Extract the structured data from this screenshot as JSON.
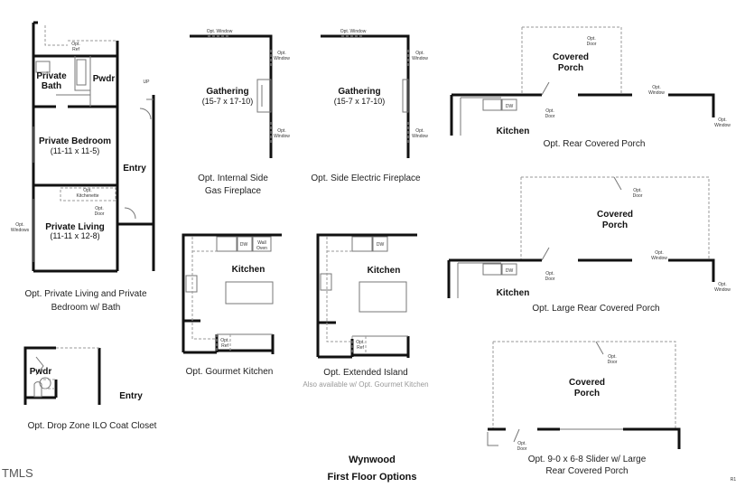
{
  "private_suite": {
    "labels": {
      "bath_1": "Private",
      "bath_2": "Bath",
      "pwdr": "Pwdr",
      "bedroom": "Private Bedroom",
      "bedroom_dim": "(11-11 x 11-5)",
      "entry": "Entry",
      "living": "Private Living",
      "living_dim": "(11-11 x 12-8)",
      "kitchenette_1": "Opt.",
      "kitchenette_2": "Kitchenette",
      "door_1": "Opt.",
      "door_2": "Door",
      "windows_1": "Opt.",
      "windows_2": "Windows",
      "ref_1": "Opt.",
      "ref_2": "Ref",
      "up": "UP"
    },
    "caption_1": "Opt. Private Living and Private",
    "caption_2": "Bedroom w/ Bath"
  },
  "gas_fireplace": {
    "room": "Gathering",
    "dim": "(15-7 x 17-10)",
    "win_top": "Opt. Window",
    "win_1": "Opt.",
    "win_2": "Window",
    "caption_1": "Opt. Internal Side",
    "caption_2": "Gas Fireplace"
  },
  "electric_fireplace": {
    "room": "Gathering",
    "dim": "(15-7 x 17-10)",
    "win_top": "Opt. Window",
    "win_1": "Opt.",
    "win_2": "Window",
    "caption": "Opt.  Side Electric Fireplace"
  },
  "gourmet_kitchen": {
    "room": "Kitchen",
    "dw": "DW",
    "oven_1": "Wall",
    "oven_2": "Oven",
    "ref_1": "Opt.",
    "ref_2": "Ref",
    "caption": "Opt. Gourmet Kitchen"
  },
  "extended_island": {
    "room": "Kitchen",
    "dw": "DW",
    "ref_1": "Opt.",
    "ref_2": "Ref",
    "caption": "Opt. Extended Island",
    "subcaption": "Also available w/ Opt. Gourmet Kitchen"
  },
  "drop_zone": {
    "pwdr": "Pwdr",
    "entry": "Entry",
    "caption": "Opt. Drop Zone ILO Coat Closet"
  },
  "rear_porch": {
    "porch_1": "Covered",
    "porch_2": "Porch",
    "kitchen": "Kitchen",
    "dw": "DW",
    "door_1": "Opt.",
    "door_2": "Door",
    "window_1": "Opt.",
    "window_2": "Window",
    "caption": "Opt. Rear Covered Porch"
  },
  "large_porch": {
    "porch_1": "Covered",
    "porch_2": "Porch",
    "kitchen": "Kitchen",
    "dw": "DW",
    "door_1": "Opt.",
    "door_2": "Door",
    "window_1": "Opt.",
    "window_2": "Window",
    "caption": "Opt. Large Rear Covered Porch"
  },
  "slider_porch": {
    "porch_1": "Covered",
    "porch_2": "Porch",
    "door_1": "Opt.",
    "door_2": "Door",
    "caption_1": "Opt. 9-0 x 6-8 Slider w/ Large",
    "caption_2": "Rear Covered Porch"
  },
  "title": {
    "line1": "Wynwood",
    "line2": "First Floor Options"
  },
  "logo": "TMLS",
  "revision": "R1"
}
